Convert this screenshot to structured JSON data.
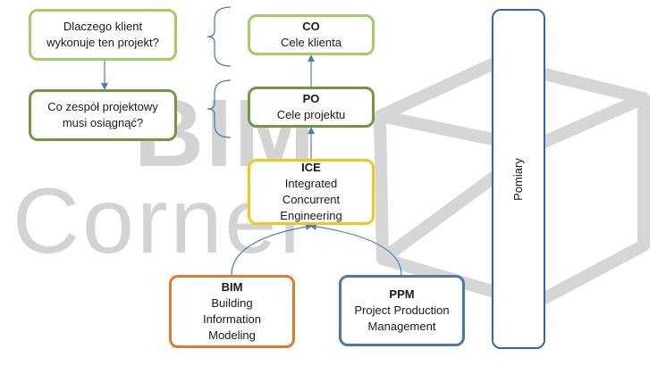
{
  "watermark": {
    "line1": "BIM",
    "line2": "Corner"
  },
  "boxes": {
    "question_client": {
      "line1": "Dlaczego klient",
      "line2": "wykonuje ten projekt?"
    },
    "question_team": {
      "line1": "Co zespół projektowy",
      "line2": "musi osiągnąć?"
    },
    "co": {
      "title": "CO",
      "line1": "Cele klienta"
    },
    "po": {
      "title": "PO",
      "line1": "Cele projektu"
    },
    "ice": {
      "title": "ICE",
      "line1": "Integrated",
      "line2": "Concurrent",
      "line3": "Engineering"
    },
    "bim": {
      "title": "BIM",
      "line1": "Building",
      "line2": "Information",
      "line3": "Modeling"
    },
    "ppm": {
      "title": "PPM",
      "line1": "Project Production",
      "line2": "Management"
    },
    "measurements": {
      "label": "Pomiary"
    }
  },
  "colors": {
    "light_green": "#9fd05e",
    "dark_green": "#6f9a3b",
    "yellow": "#f5c519",
    "orange": "#e07b2a",
    "blue": "#4a78b3",
    "connector": "#4a7ebb",
    "watermark": "#d3d3d3"
  }
}
